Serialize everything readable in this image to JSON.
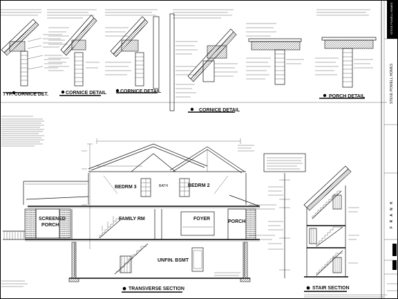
{
  "details": {
    "d1": "TYP. CORNICE DET.",
    "d2": "CORNICE DETAIL",
    "d3": "CORNICE DETAIL",
    "d4": "CORNICE DETAIL",
    "d5": "PORCH DETAIL"
  },
  "section": {
    "title": "TRANSVERSE SECTION",
    "rooms": {
      "bedrm3": "BEDRM 3",
      "bath": "BATH",
      "bedrm2": "BEDRM 2",
      "screened": "SCREENED",
      "porch_left": "PORCH",
      "family": "FAMILY RM",
      "foyer": "FOYER",
      "porch_right": "PORCH",
      "basement": "UNFIN. BSMT"
    }
  },
  "stair": {
    "title": "STAIR SECTION"
  },
  "title_block": {
    "company": "STEVE POWELL HOMES",
    "firm": "F R A N K"
  }
}
